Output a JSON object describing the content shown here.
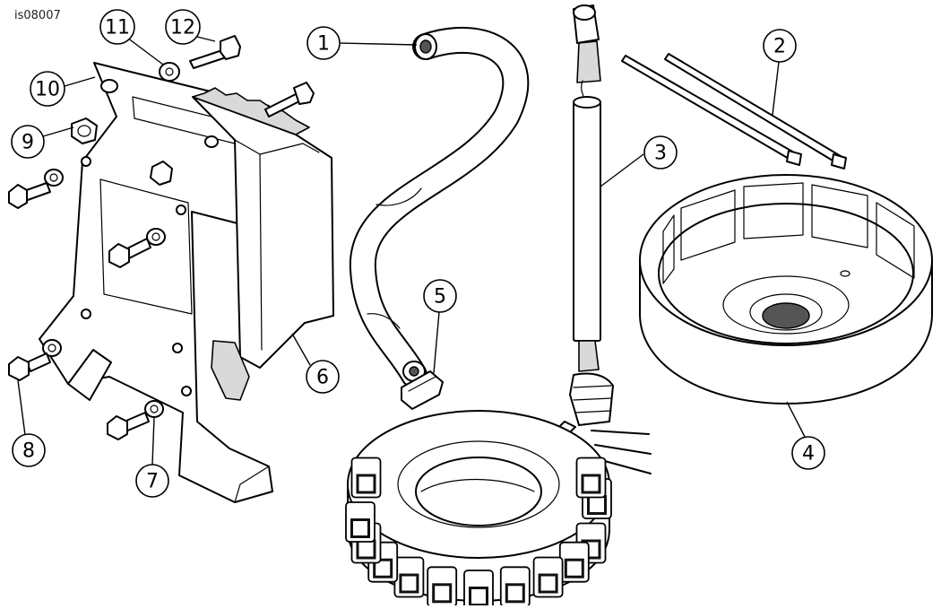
{
  "figure_id": "is08007",
  "callouts": [
    "1",
    "2",
    "3",
    "4",
    "5",
    "6",
    "7",
    "8",
    "9",
    "10",
    "11",
    "12"
  ]
}
